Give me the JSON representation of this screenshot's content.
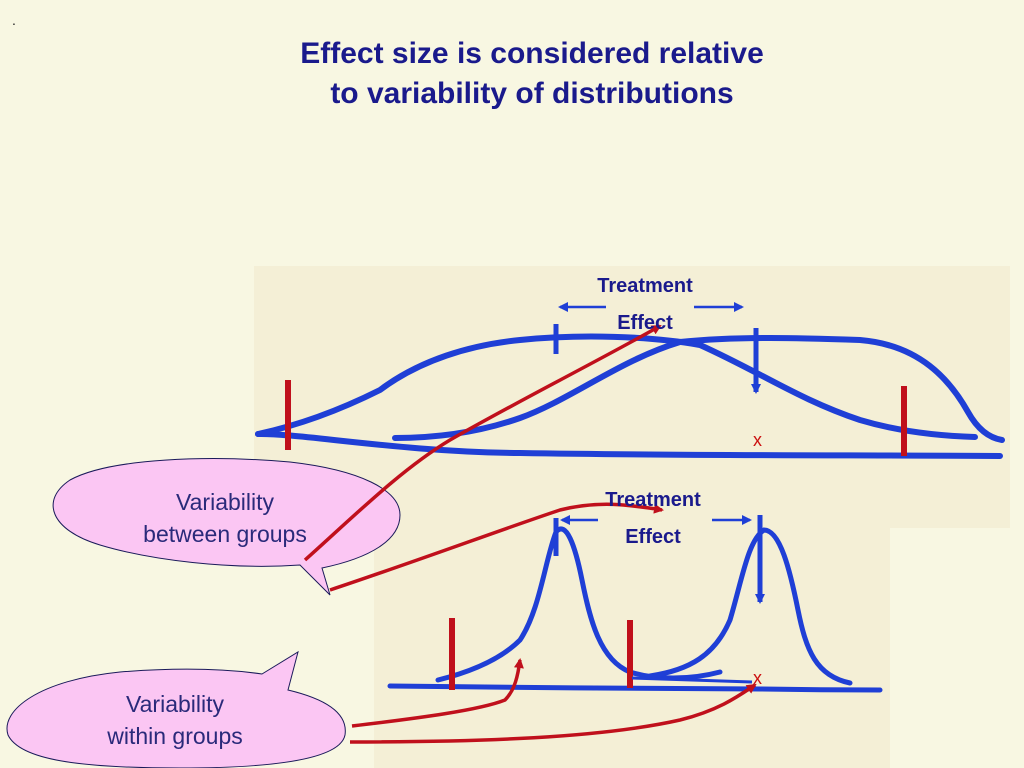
{
  "marker": ".",
  "title": {
    "line1": "Effect size is considered relative",
    "line2": "to variability of distributions"
  },
  "top_diagram": {
    "effect_label_1": "Treatment",
    "effect_label_2": "Effect",
    "x_marker": "x"
  },
  "bottom_diagram": {
    "effect_label_1": "Treatment",
    "effect_label_2": "Effect",
    "x_marker": "x"
  },
  "callouts": {
    "between": {
      "line1": "Variability",
      "line2": "between groups"
    },
    "within": {
      "line1": "Variability",
      "line2": "within groups"
    }
  },
  "colors": {
    "curve": "#1f3fd6",
    "marker": "#c0101c",
    "title": "#1a1a8c",
    "callout_fill": "#fbc6f3",
    "background": "#f8f7e2"
  }
}
